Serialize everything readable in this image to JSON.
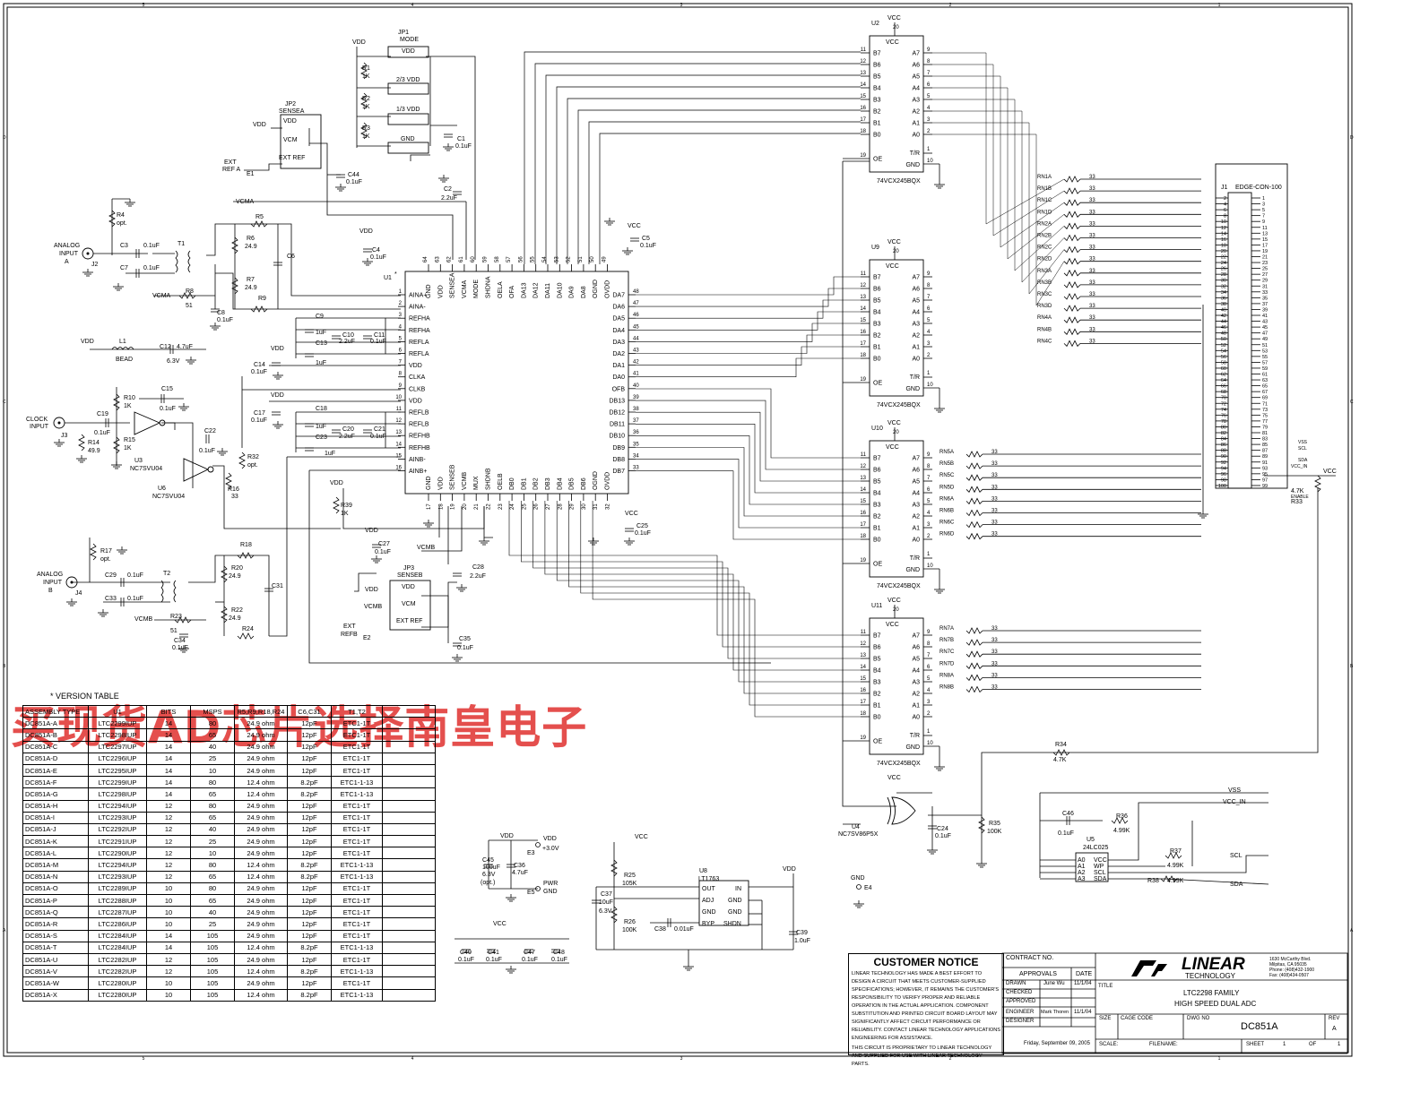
{
  "watermark": "买现货AD芯片选择南皇电子",
  "version_table": {
    "title": "VERSION TABLE",
    "headers": [
      "ASSEMBLY TYPE",
      "U1",
      "BITS",
      "MSPS",
      "R5,R9,R18,R24",
      "C6,C31",
      "T1,T2",
      ""
    ],
    "rows": [
      [
        "DC851A-A",
        "LTC2299IUP",
        "14",
        "80",
        "24.9 ohm",
        "12pF",
        "ETC1-1T",
        ""
      ],
      [
        "DC851A-B",
        "LTC2298IUP",
        "14",
        "65",
        "24.9 ohm",
        "12pF",
        "ETC1-1T",
        ""
      ],
      [
        "DC851A-C",
        "LTC2297IUP",
        "14",
        "40",
        "24.9 ohm",
        "12pF",
        "ETC1-1T",
        ""
      ],
      [
        "DC851A-D",
        "LTC2296IUP",
        "14",
        "25",
        "24.9 ohm",
        "12pF",
        "ETC1-1T",
        ""
      ],
      [
        "DC851A-E",
        "LTC2295IUP",
        "14",
        "10",
        "24.9 ohm",
        "12pF",
        "ETC1-1T",
        ""
      ],
      [
        "DC851A-F",
        "LTC2299IUP",
        "14",
        "80",
        "12.4 ohm",
        "8.2pF",
        "ETC1-1-13",
        ""
      ],
      [
        "DC851A-G",
        "LTC2298IUP",
        "14",
        "65",
        "12.4 ohm",
        "8.2pF",
        "ETC1-1-13",
        ""
      ],
      [
        "DC851A-H",
        "LTC2294IUP",
        "12",
        "80",
        "24.9 ohm",
        "12pF",
        "ETC1-1T",
        ""
      ],
      [
        "DC851A-I",
        "LTC2293IUP",
        "12",
        "65",
        "24.9 ohm",
        "12pF",
        "ETC1-1T",
        ""
      ],
      [
        "DC851A-J",
        "LTC2292IUP",
        "12",
        "40",
        "24.9 ohm",
        "12pF",
        "ETC1-1T",
        ""
      ],
      [
        "DC851A-K",
        "LTC2291IUP",
        "12",
        "25",
        "24.9 ohm",
        "12pF",
        "ETC1-1T",
        ""
      ],
      [
        "DC851A-L",
        "LTC2290IUP",
        "12",
        "10",
        "24.9 ohm",
        "12pF",
        "ETC1-1T",
        ""
      ],
      [
        "DC851A-M",
        "LTC2294IUP",
        "12",
        "80",
        "12.4 ohm",
        "8.2pF",
        "ETC1-1-13",
        ""
      ],
      [
        "DC851A-N",
        "LTC2293IUP",
        "12",
        "65",
        "12.4 ohm",
        "8.2pF",
        "ETC1-1-13",
        ""
      ],
      [
        "DC851A-O",
        "LTC2289IUP",
        "10",
        "80",
        "24.9 ohm",
        "12pF",
        "ETC1-1T",
        ""
      ],
      [
        "DC851A-P",
        "LTC2288IUP",
        "10",
        "65",
        "24.9 ohm",
        "12pF",
        "ETC1-1T",
        ""
      ],
      [
        "DC851A-Q",
        "LTC2287IUP",
        "10",
        "40",
        "24.9 ohm",
        "12pF",
        "ETC1-1T",
        ""
      ],
      [
        "DC851A-R",
        "LTC2286IUP",
        "10",
        "25",
        "24.9 ohm",
        "12pF",
        "ETC1-1T",
        ""
      ],
      [
        "DC851A-S",
        "LTC2284IUP",
        "14",
        "105",
        "24.9 ohm",
        "12pF",
        "ETC1-1T",
        ""
      ],
      [
        "DC851A-T",
        "LTC2284IUP",
        "14",
        "105",
        "12.4 ohm",
        "8.2pF",
        "ETC1-1-13",
        ""
      ],
      [
        "DC851A-U",
        "LTC2282IUP",
        "12",
        "105",
        "24.9 ohm",
        "12pF",
        "ETC1-1T",
        ""
      ],
      [
        "DC851A-V",
        "LTC2282IUP",
        "12",
        "105",
        "12.4 ohm",
        "8.2pF",
        "ETC1-1-13",
        ""
      ],
      [
        "DC851A-W",
        "LTC2280IUP",
        "10",
        "105",
        "24.9 ohm",
        "12pF",
        "ETC1-1T",
        ""
      ],
      [
        "DC851A-X",
        "LTC2280IUP",
        "10",
        "105",
        "12.4 ohm",
        "8.2pF",
        "ETC1-1-13",
        ""
      ]
    ]
  },
  "notice": {
    "title": "CUSTOMER NOTICE",
    "body": "LINEAR TECHNOLOGY HAS MADE A BEST EFFORT TO DESIGN A CIRCUIT THAT MEETS CUSTOMER-SUPPLIED SPECIFICATIONS; HOWEVER, IT REMAINS THE CUSTOMER'S RESPONSIBILITY TO VERIFY PROPER AND RELIABLE OPERATION IN THE ACTUAL APPLICATION. COMPONENT SUBSTITUTION AND PRINTED CIRCUIT BOARD LAYOUT MAY SIGNIFICANTLY AFFECT CIRCUIT PERFORMANCE OR RELIABILITY. CONTACT LINEAR TECHNOLOGY APPLICATIONS ENGINEERING FOR ASSISTANCE.",
    "footer": "THIS CIRCUIT IS PROPRIETARY TO LINEAR TECHNOLOGY AND SUPPLIED FOR USE WITH LINEAR TECHNOLOGY PARTS."
  },
  "titleblock": {
    "contract": "CONTRACT NO.",
    "approvals": "APPROVALS",
    "date_h": "DATE",
    "drawn": "DRAWN",
    "drawn_name": "June Wu",
    "drawn_date": "11/1/04",
    "checked": "CHECKED",
    "approved": "APPROVED",
    "engineer": "ENGINEER",
    "engineer_name": "Mark Thoren",
    "engineer_date": "11/1/04",
    "designer": "DESIGNER",
    "print_date": "Friday, September 09, 2005",
    "company": "LINEAR",
    "company2": "TECHNOLOGY",
    "addr1": "1630 McCarthy Blvd.",
    "addr2": "Milpitas, CA 95035",
    "addr3": "Phone: (408)432-1900",
    "addr4": "Fax: (408)434-0507",
    "title_label": "TITLE",
    "title1": "LTC2298 FAMILY",
    "title2": "HIGH SPEED DUAL ADC",
    "size": "SIZE",
    "cage": "CAGE CODE",
    "dwg_label": "DWG NO",
    "dwg": "DC851A",
    "rev_label": "REV",
    "rev": "A",
    "scale": "SCALE:",
    "filename": "FILENAME:",
    "sheet": "SHEET",
    "sheet_no": "1",
    "of": "OF",
    "of_no": "1"
  },
  "schematic": {
    "border_cols": [
      "5",
      "4",
      "3",
      "2",
      "1"
    ],
    "border_rows": [
      "D",
      "C",
      "B",
      "A"
    ],
    "u1": {
      "ref": "U1",
      "star": "*",
      "left_pins": [
        {
          "n": "1",
          "name": "AINA+"
        },
        {
          "n": "2",
          "name": "AINA-"
        },
        {
          "n": "3",
          "name": "REFHA"
        },
        {
          "n": "4",
          "name": "REFHA"
        },
        {
          "n": "5",
          "name": "REFLA"
        },
        {
          "n": "6",
          "name": "REFLA"
        },
        {
          "n": "7",
          "name": "VDD"
        },
        {
          "n": "8",
          "name": "CLKA"
        },
        {
          "n": "9",
          "name": "CLKB"
        },
        {
          "n": "10",
          "name": "VDD"
        },
        {
          "n": "11",
          "name": "REFLB"
        },
        {
          "n": "12",
          "name": "REFLB"
        },
        {
          "n": "13",
          "name": "REFHB"
        },
        {
          "n": "14",
          "name": "REFHB"
        },
        {
          "n": "15",
          "name": "AINB-"
        },
        {
          "n": "16",
          "name": "AINB+"
        }
      ],
      "right_pins": [
        {
          "n": "48",
          "name": "DA7"
        },
        {
          "n": "47",
          "name": "DA6"
        },
        {
          "n": "46",
          "name": "DA5"
        },
        {
          "n": "45",
          "name": "DA4"
        },
        {
          "n": "44",
          "name": "DA3"
        },
        {
          "n": "43",
          "name": "DA2"
        },
        {
          "n": "42",
          "name": "DA1"
        },
        {
          "n": "41",
          "name": "DA0"
        },
        {
          "n": "40",
          "name": "OFB"
        },
        {
          "n": "39",
          "name": "DB13"
        },
        {
          "n": "38",
          "name": "DB12"
        },
        {
          "n": "37",
          "name": "DB11"
        },
        {
          "n": "36",
          "name": "DB10"
        },
        {
          "n": "35",
          "name": "DB9"
        },
        {
          "n": "34",
          "name": "DB8"
        },
        {
          "n": "33",
          "name": "DB7"
        }
      ],
      "top_pins": [
        {
          "n": "64",
          "name": "GND"
        },
        {
          "n": "63",
          "name": "VDD"
        },
        {
          "n": "62",
          "name": "SENSEA"
        },
        {
          "n": "61",
          "name": "VCMA"
        },
        {
          "n": "60",
          "name": "MODE"
        },
        {
          "n": "59",
          "name": "SHDNA"
        },
        {
          "n": "58",
          "name": "OELA"
        },
        {
          "n": "57",
          "name": "OFA"
        },
        {
          "n": "56",
          "name": "DA13"
        },
        {
          "n": "55",
          "name": "DA12"
        },
        {
          "n": "54",
          "name": "DA11"
        },
        {
          "n": "53",
          "name": "DA10"
        },
        {
          "n": "52",
          "name": "DA9"
        },
        {
          "n": "51",
          "name": "DA8"
        },
        {
          "n": "50",
          "name": "OGND"
        },
        {
          "n": "49",
          "name": "OVDD"
        }
      ],
      "bottom_pins": [
        {
          "n": "17",
          "name": "GND"
        },
        {
          "n": "18",
          "name": "VDD"
        },
        {
          "n": "19",
          "name": "SENSEB"
        },
        {
          "n": "20",
          "name": "VCMB"
        },
        {
          "n": "21",
          "name": "MUX"
        },
        {
          "n": "22",
          "name": "SHDNB"
        },
        {
          "n": "23",
          "name": "OELB"
        },
        {
          "n": "24",
          "name": "DB0"
        },
        {
          "n": "25",
          "name": "DB1"
        },
        {
          "n": "26",
          "name": "DB2"
        },
        {
          "n": "27",
          "name": "DB3"
        },
        {
          "n": "28",
          "name": "DB4"
        },
        {
          "n": "29",
          "name": "DB5"
        },
        {
          "n": "30",
          "name": "DB6"
        },
        {
          "n": "31",
          "name": "OGND"
        },
        {
          "n": "32",
          "name": "OVDD"
        }
      ]
    },
    "buffers": [
      {
        "ref": "U2",
        "part": "74VCX245BQX"
      },
      {
        "ref": "U9",
        "part": "74VCX245BQX"
      },
      {
        "ref": "U10",
        "part": "74VCX245BQX"
      },
      {
        "ref": "U11",
        "part": "74VCX245BQX"
      }
    ],
    "buffer_pins": {
      "vcc": "VCC",
      "vcc_n": "20",
      "b": [
        {
          "n": "11",
          "name": "B7"
        },
        {
          "n": "12",
          "name": "B6"
        },
        {
          "n": "13",
          "name": "B5"
        },
        {
          "n": "14",
          "name": "B4"
        },
        {
          "n": "15",
          "name": "B3"
        },
        {
          "n": "16",
          "name": "B2"
        },
        {
          "n": "17",
          "name": "B1"
        },
        {
          "n": "18",
          "name": "B0"
        }
      ],
      "a": [
        {
          "n": "9",
          "name": "A7"
        },
        {
          "n": "8",
          "name": "A6"
        },
        {
          "n": "7",
          "name": "A5"
        },
        {
          "n": "6",
          "name": "A4"
        },
        {
          "n": "5",
          "name": "A3"
        },
        {
          "n": "4",
          "name": "A2"
        },
        {
          "n": "3",
          "name": "A1"
        },
        {
          "n": "2",
          "name": "A0"
        }
      ],
      "oe": "OE",
      "oe_n": "19",
      "tr": "T/R",
      "tr_n": "1",
      "gnd": "GND",
      "gnd_n": "10"
    },
    "rn_u9": [
      "RN1A",
      "RN1B",
      "RN1C",
      "RN1D",
      "RN2A",
      "RN2B",
      "RN2C",
      "RN2D",
      "RN3A",
      "RN3B",
      "RN3C",
      "RN3D",
      "RN4A",
      "RN4B",
      "RN4C"
    ],
    "rn_u10": [
      "RN5A",
      "RN5B",
      "RN5C",
      "RN5D",
      "RN6A",
      "RN6B",
      "RN6C",
      "RN6D"
    ],
    "rn_u11": [
      "RN7A",
      "RN7B",
      "RN7C",
      "RN7D",
      "RN8A",
      "RN8B"
    ],
    "rn_value": "33",
    "j1": {
      "ref": "J1",
      "part": "EDGE-CON-100",
      "even": [
        "2",
        "4",
        "6",
        "8",
        "10",
        "12",
        "14",
        "16",
        "18",
        "20",
        "22",
        "24",
        "26",
        "28",
        "30",
        "32",
        "34",
        "36",
        "38",
        "40",
        "42",
        "44",
        "46",
        "48",
        "50",
        "52",
        "54",
        "56",
        "58",
        "60",
        "62",
        "64",
        "66",
        "68",
        "70",
        "72",
        "74",
        "76",
        "78",
        "80",
        "82",
        "84",
        "86",
        "88",
        "90",
        "92",
        "94",
        "96",
        "98",
        "100"
      ],
      "odd": [
        "1",
        "3",
        "5",
        "7",
        "9",
        "11",
        "13",
        "15",
        "17",
        "19",
        "21",
        "23",
        "25",
        "27",
        "29",
        "31",
        "33",
        "35",
        "37",
        "39",
        "41",
        "43",
        "45",
        "47",
        "49",
        "51",
        "53",
        "55",
        "57",
        "59",
        "61",
        "63",
        "65",
        "67",
        "69",
        "71",
        "73",
        "75",
        "77",
        "79",
        "81",
        "83",
        "85",
        "87",
        "89",
        "91",
        "93",
        "95",
        "97",
        "99"
      ],
      "sig_vss": "VSS",
      "sig_scl": "SCL",
      "sig_sda": "SDA",
      "sig_vccin": "VCC_IN",
      "sig_vcc": "VCC",
      "sig_enable": "ENABLE"
    },
    "labels": {
      "vdd": "VDD",
      "vcc": "VCC",
      "vcma": "VCMA",
      "vcmb": "VCMB",
      "jp1": "JP1",
      "mode": "MODE",
      "jp1_vdd": "VDD",
      "jp1_23": "2/3 VDD",
      "jp1_13": "1/3 VDD",
      "jp1_gnd": "GND",
      "r1": "R1",
      "r1v": "1K",
      "r2": "R2",
      "r2v": "1K",
      "r3": "R3",
      "r3v": "1K",
      "c1": "C1",
      "c1v": "0.1uF",
      "c2": "C2",
      "c2v": "2.2uF",
      "jp2": "JP2",
      "sensea": "SENSEA",
      "jp2_vdd": "VDD",
      "jp2_vcm": "VCM",
      "jp2_ext": "EXT REF",
      "extrefa": "EXT",
      "extrefa2": "REF A",
      "e1": "E1",
      "c44": "C44",
      "c44v": "0.1uF",
      "r4": "R4",
      "r4v": "opt.",
      "analog_in_a": "ANALOG",
      "analog_in_a2": "INPUT",
      "analog_in_a3": "A",
      "j2": "J2",
      "c3": "C3",
      "c3v": "0.1uF",
      "c7": "C7",
      "c7v": "0.1uF",
      "t1": "T1",
      "r5": "R5",
      "r6": "R6",
      "r6v": "24.9",
      "r7": "R7",
      "r7v": "24.9",
      "r8": "R8",
      "r8v": "51",
      "r9": "R9",
      "c6": "C6",
      "c8": "C8",
      "c8v": "0.1uF",
      "c4": "C4",
      "c4v": "0.1uF",
      "c5": "C5",
      "c5v": "0.1uF",
      "c9": "C9",
      "c9v": "1uF",
      "c10": "C10",
      "c10v": "2.2uF",
      "c11": "C11",
      "c11v": "0.1uF",
      "c13": "C13",
      "c13v": "1uF",
      "l1": "L1",
      "bead": "BEAD",
      "c12": "C12",
      "c12v": "4.7uF",
      "c12v2": "6.3V",
      "c14": "C14",
      "c14v": "0.1uF",
      "r10": "R10",
      "r10v": "1K",
      "c15": "C15",
      "c15v": "0.1uF",
      "clock_in": "CLOCK",
      "clock_in2": "INPUT",
      "j3": "J3",
      "c19": "C19",
      "c19v": "0.1uF",
      "r14": "R14",
      "r14v": "49.9",
      "r15": "R15",
      "r15v": "1K",
      "u3": "U3",
      "u3p": "NC7SVU04",
      "c22": "C22",
      "c22v": "0.1uF",
      "u6": "U6",
      "u6p": "NC7SVU04",
      "r16": "R16",
      "r16v": "33",
      "r32": "R32",
      "r32v": "opt.",
      "c17": "C17",
      "c17v": "0.1uF",
      "c18": "C18",
      "c18v": "1uF",
      "c20": "C20",
      "c20v": "2.2uF",
      "c21": "C21",
      "c21v": "0.1uF",
      "c23": "C23",
      "c23v": "1uF",
      "r39": "R39",
      "r39v": "1K",
      "c25": "C25",
      "c25v": "0.1uF",
      "c27": "C27",
      "c27v": "0.1uF",
      "c28": "C28",
      "c28v": "2.2uF",
      "jp3": "JP3",
      "senseb": "SENSEB",
      "jp3_vdd": "VDD",
      "jp3_vcm": "VCM",
      "jp3_ext": "EXT REF",
      "extrefb": "EXT",
      "extrefb2": "REFB",
      "e2": "E2",
      "c35": "C35",
      "c35v": "0.1uF",
      "r17": "R17",
      "r17v": "opt.",
      "analog_in_b": "ANALOG",
      "analog_in_b2": "INPUT",
      "analog_in_b3": "B",
      "j4": "J4",
      "c29": "C29",
      "c29v": "0.1uF",
      "c33": "C33",
      "c33v": "0.1uF",
      "t2": "T2",
      "r18": "R18",
      "r20": "R20",
      "r20v": "24.9",
      "r22": "R22",
      "r22v": "24.9",
      "r23": "R23",
      "r23v": "51",
      "r24": "R24",
      "c31": "C31",
      "c34": "C34",
      "c34v": "0.1uF",
      "c45": "C45",
      "c45v": "100uF",
      "c45v2": "6.3V",
      "c45v3": "(opt.)",
      "c36": "C36",
      "c36v": "4.7uF",
      "e3": "E3",
      "p33": "+3.0V",
      "pwr": "PWR",
      "pwr2": "GND",
      "e5": "E5",
      "c40": "C40",
      "c40v": "0.1uF",
      "c41": "C41",
      "c41v": "0.1uF",
      "c47": "C47",
      "c47v": "0.1uF",
      "c48": "C48",
      "c48v": "0.1uF",
      "r25": "R25",
      "r25v": "105K",
      "r26": "R26",
      "r26v": "100K",
      "c37": "C37",
      "c37v": "10uF",
      "c37v2": "6.3V",
      "u8": "U8",
      "u8p": "LT1763",
      "u8_out": "OUT",
      "u8_in": "IN",
      "u8_adj": "ADJ",
      "u8_gnd1": "GND",
      "u8_gnd2": "GND",
      "u8_gnd3": "GND",
      "u8_byp": "BYP",
      "u8_shdn": "SHDN",
      "c38": "C38",
      "c38v": "0.01uF",
      "c39": "C39",
      "c39v": "1.0uF",
      "gnd": "GND",
      "e4": "E4",
      "u4": "U4",
      "u4p": "NC7SV86P5X",
      "c24": "C24",
      "c24v": "0.1uF",
      "r35": "R35",
      "r35v": "100K",
      "r34": "R34",
      "r34v": "4.7K",
      "r33": "R33",
      "r33v": "4.7K",
      "c46": "C46",
      "c46v": "0.1uF",
      "r36": "R36",
      "r36v": "4.99K",
      "u5": "U5",
      "u5p": "24LC025",
      "r37": "R37",
      "r37v": "4.99K",
      "r38": "R38",
      "r38v": "4.99K",
      "u5_a0": "A0",
      "u5_a1": "A1",
      "u5_a2": "A2",
      "u5_a3": "A3",
      "u5_vcc": "VCC",
      "u5_wp": "WP",
      "u5_scl": "SCL",
      "u5_sda": "SDA",
      "vss": "VSS",
      "vcc_in": "VCC_IN",
      "scl": "SCL",
      "sda": "SDA"
    }
  }
}
